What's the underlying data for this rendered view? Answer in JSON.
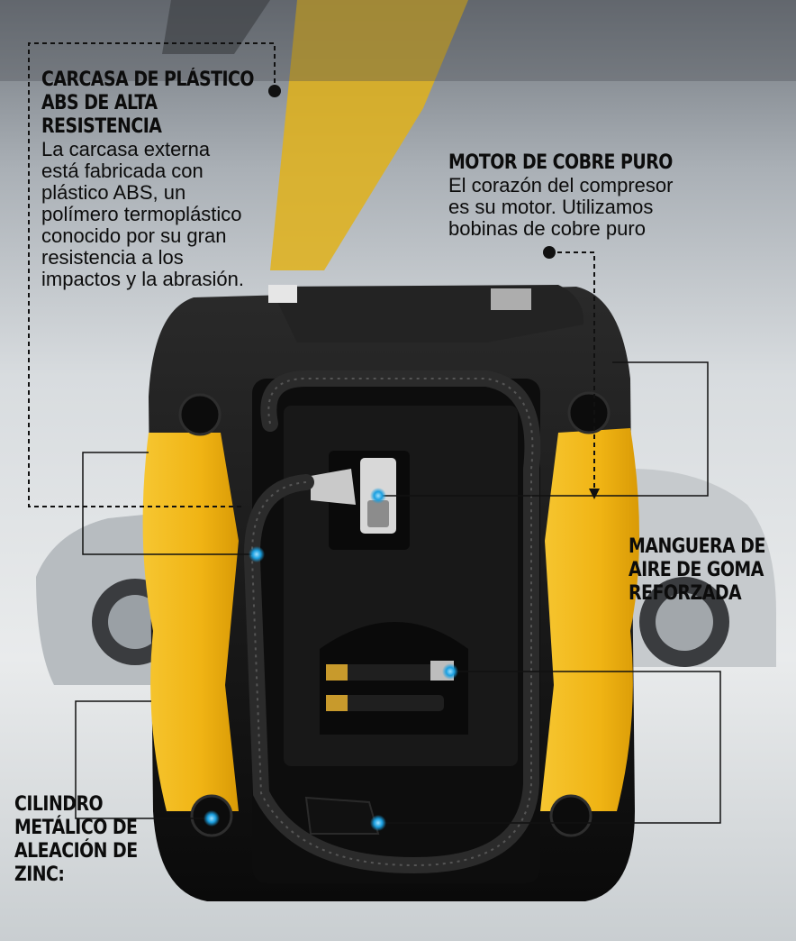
{
  "callouts": {
    "housing": {
      "title": "CARCASA DE PLÁSTICO\nABS DE ALTA RESISTENCIA",
      "body": "La carcasa externa\nestá fabricada con\nplástico ABS, un\npolímero termoplástico\nconocido por su gran\nresistencia a los\nimpactos y la abrasión."
    },
    "motor": {
      "title": "MOTOR DE COBRE PURO",
      "body": "El corazón del compresor\nes su motor. Utilizamos\nbobinas de cobre puro"
    },
    "hose": {
      "title": "MANGUERA DE\nAIRE DE GOMA\nREFORZADA"
    },
    "cylinder": {
      "title": "CILINDRO\nMETÁLICO DE\nALEACIÓN DE\nZINC:"
    }
  },
  "colors": {
    "body_black": "#141414",
    "accent_yellow": "#f2b91c",
    "marker_blue": "#1a9fe0",
    "text": "#0c0c0c"
  }
}
